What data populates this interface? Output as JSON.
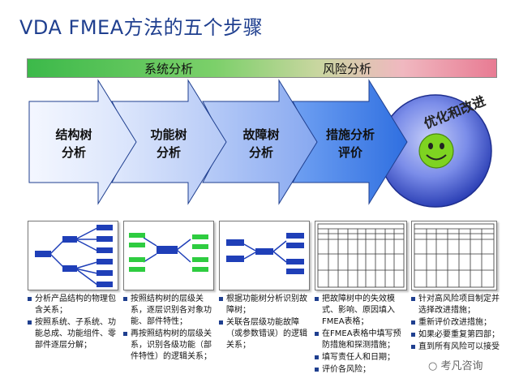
{
  "title": "VDA FMEA方法的五个步骤",
  "top_bar": {
    "left_label": "系统分析",
    "right_label": "风险分析",
    "colors": {
      "start": "#3cb94a",
      "end": "#e87b93"
    }
  },
  "steps": [
    {
      "label": "结构树\n分析"
    },
    {
      "label": "功能树\n分析"
    },
    {
      "label": "故障树\n分析"
    },
    {
      "label": "措施分析\n评价"
    }
  ],
  "final_step": {
    "label": "优化和改进",
    "icon": "smiley-face-icon"
  },
  "descriptions": [
    [
      "分析产品结构的物理包含关系；",
      "按照系统、子系统、功能总成、功能组件、零部件逐层分解；"
    ],
    [
      "按照结构树的层级关系，逐层识别各对象功能、部件特性；",
      "再按照结构树的层级关系，识别各级功能（部件特性）的逻辑关系；"
    ],
    [
      "根据功能树分析识别故障树；",
      "关联各层级功能故障（或参数错误）的逻辑关系；"
    ],
    [
      "把故障树中的失效模式、影响、原因填入FMEA表格；",
      "在FMEA表格中填写预防措施和探测措施；",
      "填写责任人和日期；",
      "评价各风险；"
    ],
    [
      "针对高风险项目制定并选择改进措施；",
      "重新评价改进措施；",
      "如果必要重复第四部；",
      "直到所有风险可以接受"
    ]
  ],
  "watermark": "考凡咨询",
  "colors": {
    "title": "#1f3f8f",
    "tree_box_blue": "#1f3fb8",
    "tree_box_green": "#2ecc40",
    "smiley": "#7ed321"
  }
}
